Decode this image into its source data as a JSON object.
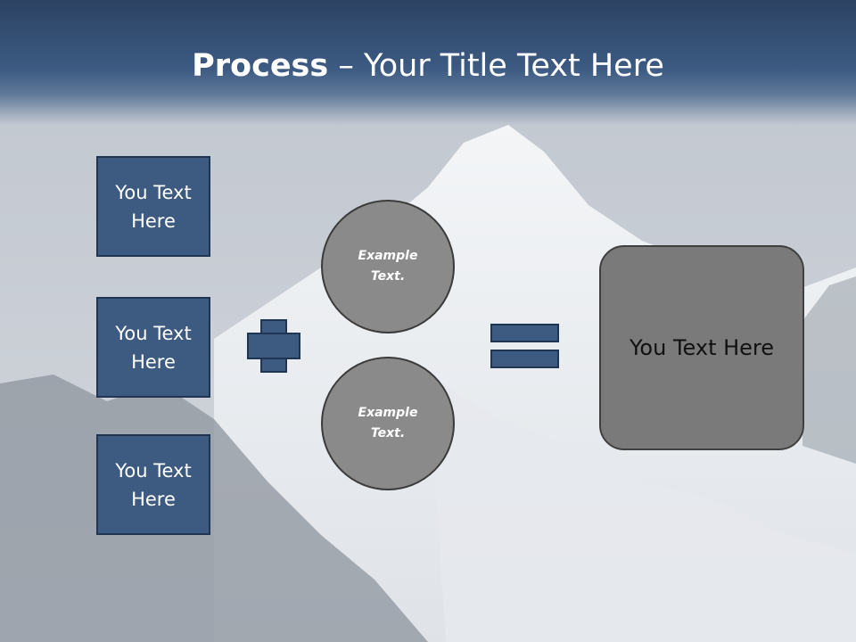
{
  "slide": {
    "title_bold": "Process",
    "title_rest": " – Your Title Text Here",
    "boxes": [
      "You Text Here",
      "You Text Here",
      "You Text Here"
    ],
    "circles": [
      "Example Text.",
      "Example Text."
    ],
    "result": "You Text Here"
  },
  "colors": {
    "box_fill": "#3d5a80",
    "circle_fill": "#8a8a8a",
    "result_fill": "#7a7a7a",
    "title_band": "#2c4363"
  },
  "icons": [
    "plus-icon",
    "equals-icon"
  ]
}
